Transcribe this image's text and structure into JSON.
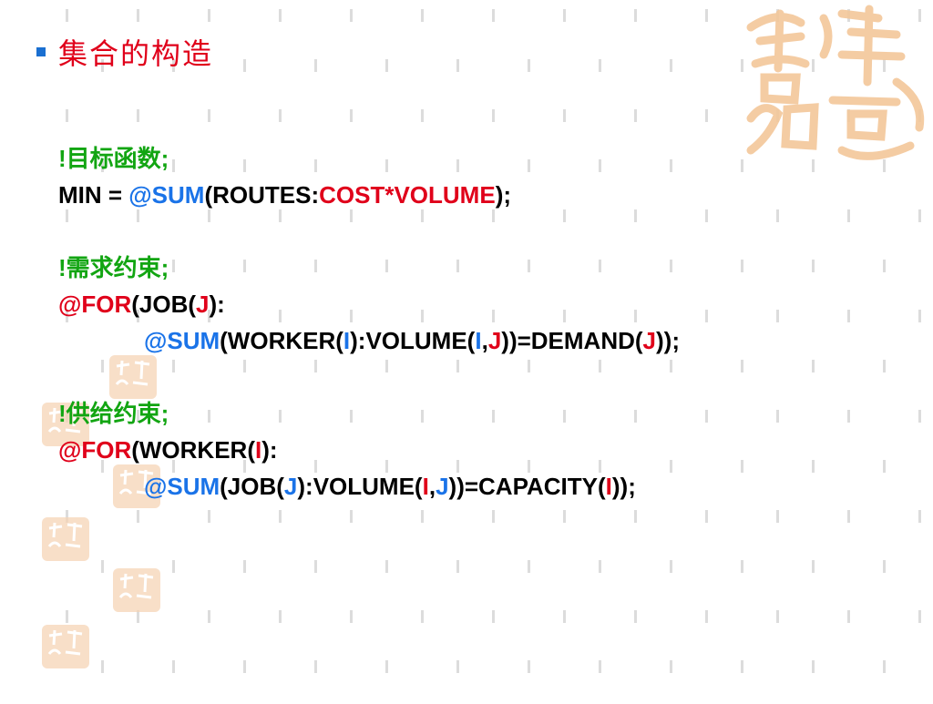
{
  "slide": {
    "title": "集合的构造",
    "accent_colors": {
      "title": "#e0001a",
      "bullet": "#1a6fd1",
      "comment": "#12a512",
      "keyword_blue": "#1a73e8",
      "keyword_red": "#e0001a"
    }
  },
  "code": {
    "objective_comment": "!目标函数;",
    "objective": {
      "prefix": "MIN = ",
      "fn": "@SUM",
      "open": "(ROUTES:",
      "expr": "COST*VOLUME",
      "close": ");"
    },
    "demand_comment": "!需求约束;",
    "demand_for": {
      "fn": "@FOR",
      "open": "(JOB(",
      "idx": "J",
      "close": "):"
    },
    "demand_sum": {
      "fn": "@SUM",
      "p1": "(WORKER(",
      "i1": "I",
      "p2": "):VOLUME(",
      "i2": "I",
      "comma": ",",
      "j1": "J",
      "p3": "))=DEMAND(",
      "j2": "J",
      "p4": "));"
    },
    "supply_comment": "!供给约束;",
    "supply_for": {
      "fn": "@FOR",
      "open": "(WORKER(",
      "idx": "I",
      "close": "):"
    },
    "supply_sum": {
      "fn": "@SUM",
      "p1": "(JOB(",
      "j1": "J",
      "p2": "):VOLUME(",
      "i1": "I",
      "comma": ",",
      "j2": "J",
      "p3": "))=CAPACITY(",
      "i2": "I",
      "p4": "));"
    }
  }
}
